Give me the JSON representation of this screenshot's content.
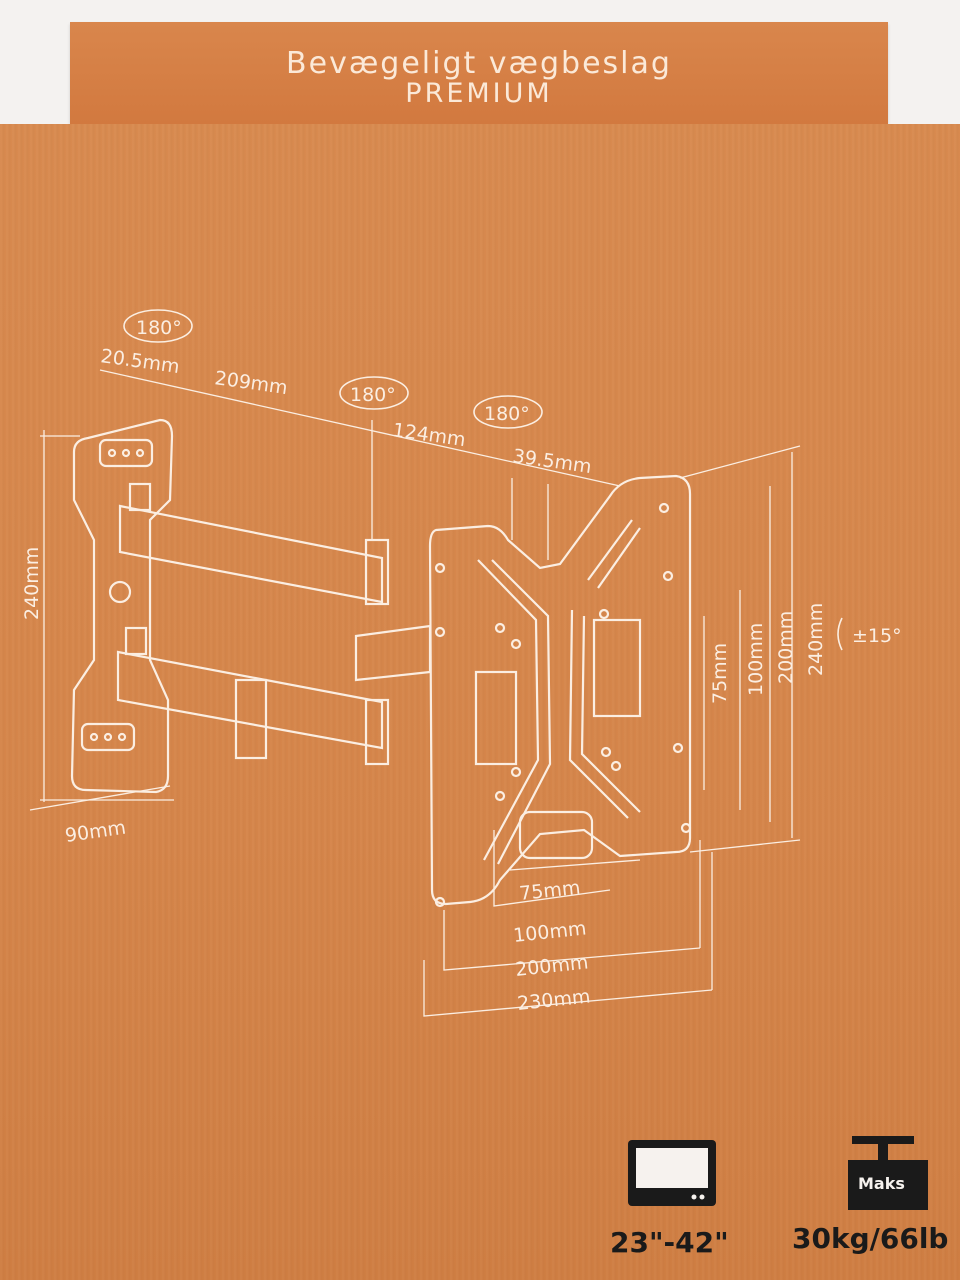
{
  "box": {
    "title_line1": "Bevægeligt vægbeslag",
    "title_line2": "PREMIUM"
  },
  "drawing": {
    "rotation_1": "180°",
    "rotation_2": "180°",
    "rotation_3": "180°",
    "dim_20_5": "20.5mm",
    "dim_209": "209mm",
    "dim_124": "124mm",
    "dim_39_5": "39.5mm",
    "dim_240_left": "240mm",
    "dim_90": "90mm",
    "tilt": "±15°",
    "vesa_v_75": "75mm",
    "vesa_v_100": "100mm",
    "vesa_v_200": "200mm",
    "vesa_v_240": "240mm",
    "vesa_h_75": "75mm",
    "vesa_h_100": "100mm",
    "vesa_h_200": "200mm",
    "vesa_h_230": "230mm"
  },
  "specs": {
    "screen_size": "23\"-42\"",
    "max_label": "Maks",
    "max_load": "30kg/66lb"
  },
  "colors": {
    "box_orange": "#d5854a",
    "line_art": "#fbeee2",
    "icon_dark": "#1a1a1a"
  }
}
